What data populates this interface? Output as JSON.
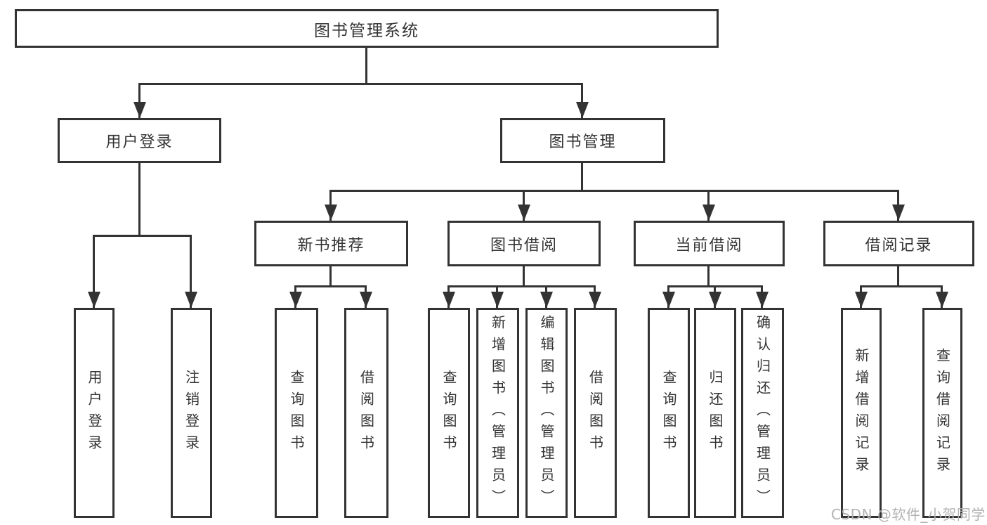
{
  "diagram_title": "图书管理系统",
  "nodes": {
    "root": {
      "label": "图书管理系统"
    },
    "user_login": {
      "label": "用户登录"
    },
    "book_mgmt": {
      "label": "图书管理"
    },
    "new_books": {
      "label": "新书推荐"
    },
    "book_borrow": {
      "label": "图书借阅"
    },
    "current_borrow": {
      "label": "当前借阅"
    },
    "borrow_records": {
      "label": "借阅记录"
    },
    "leaf_user_login": {
      "label": "用户登录"
    },
    "leaf_logout": {
      "label": "注销登录"
    },
    "leaf_nb_query": {
      "label": "查询图书"
    },
    "leaf_nb_borrow": {
      "label": "借阅图书"
    },
    "leaf_bb_query": {
      "label": "查询图书"
    },
    "leaf_bb_add": {
      "label": "新增图书（管理员）"
    },
    "leaf_bb_edit": {
      "label": "编辑图书（管理员）"
    },
    "leaf_bb_borrow": {
      "label": "借阅图书"
    },
    "leaf_cb_query": {
      "label": "查询图书"
    },
    "leaf_cb_return": {
      "label": "归还图书"
    },
    "leaf_cb_confirm": {
      "label": "确认归还（管理员）"
    },
    "leaf_br_add": {
      "label": "新增借阅记录"
    },
    "leaf_br_query": {
      "label": "查询借阅记录"
    }
  },
  "hierarchy": {
    "图书管理系统": {
      "用户登录": [
        "用户登录",
        "注销登录"
      ],
      "图书管理": {
        "新书推荐": [
          "查询图书",
          "借阅图书"
        ],
        "图书借阅": [
          "查询图书",
          "新增图书（管理员）",
          "编辑图书（管理员）",
          "借阅图书"
        ],
        "当前借阅": [
          "查询图书",
          "归还图书",
          "确认归还（管理员）"
        ],
        "借阅记录": [
          "新增借阅记录",
          "查询借阅记录"
        ]
      }
    }
  },
  "watermark": "CSDN @软件_小贺同学",
  "colors": {
    "line": "#333333",
    "text": "#333333",
    "watermark": "#b2b2b2",
    "background": "#ffffff"
  }
}
